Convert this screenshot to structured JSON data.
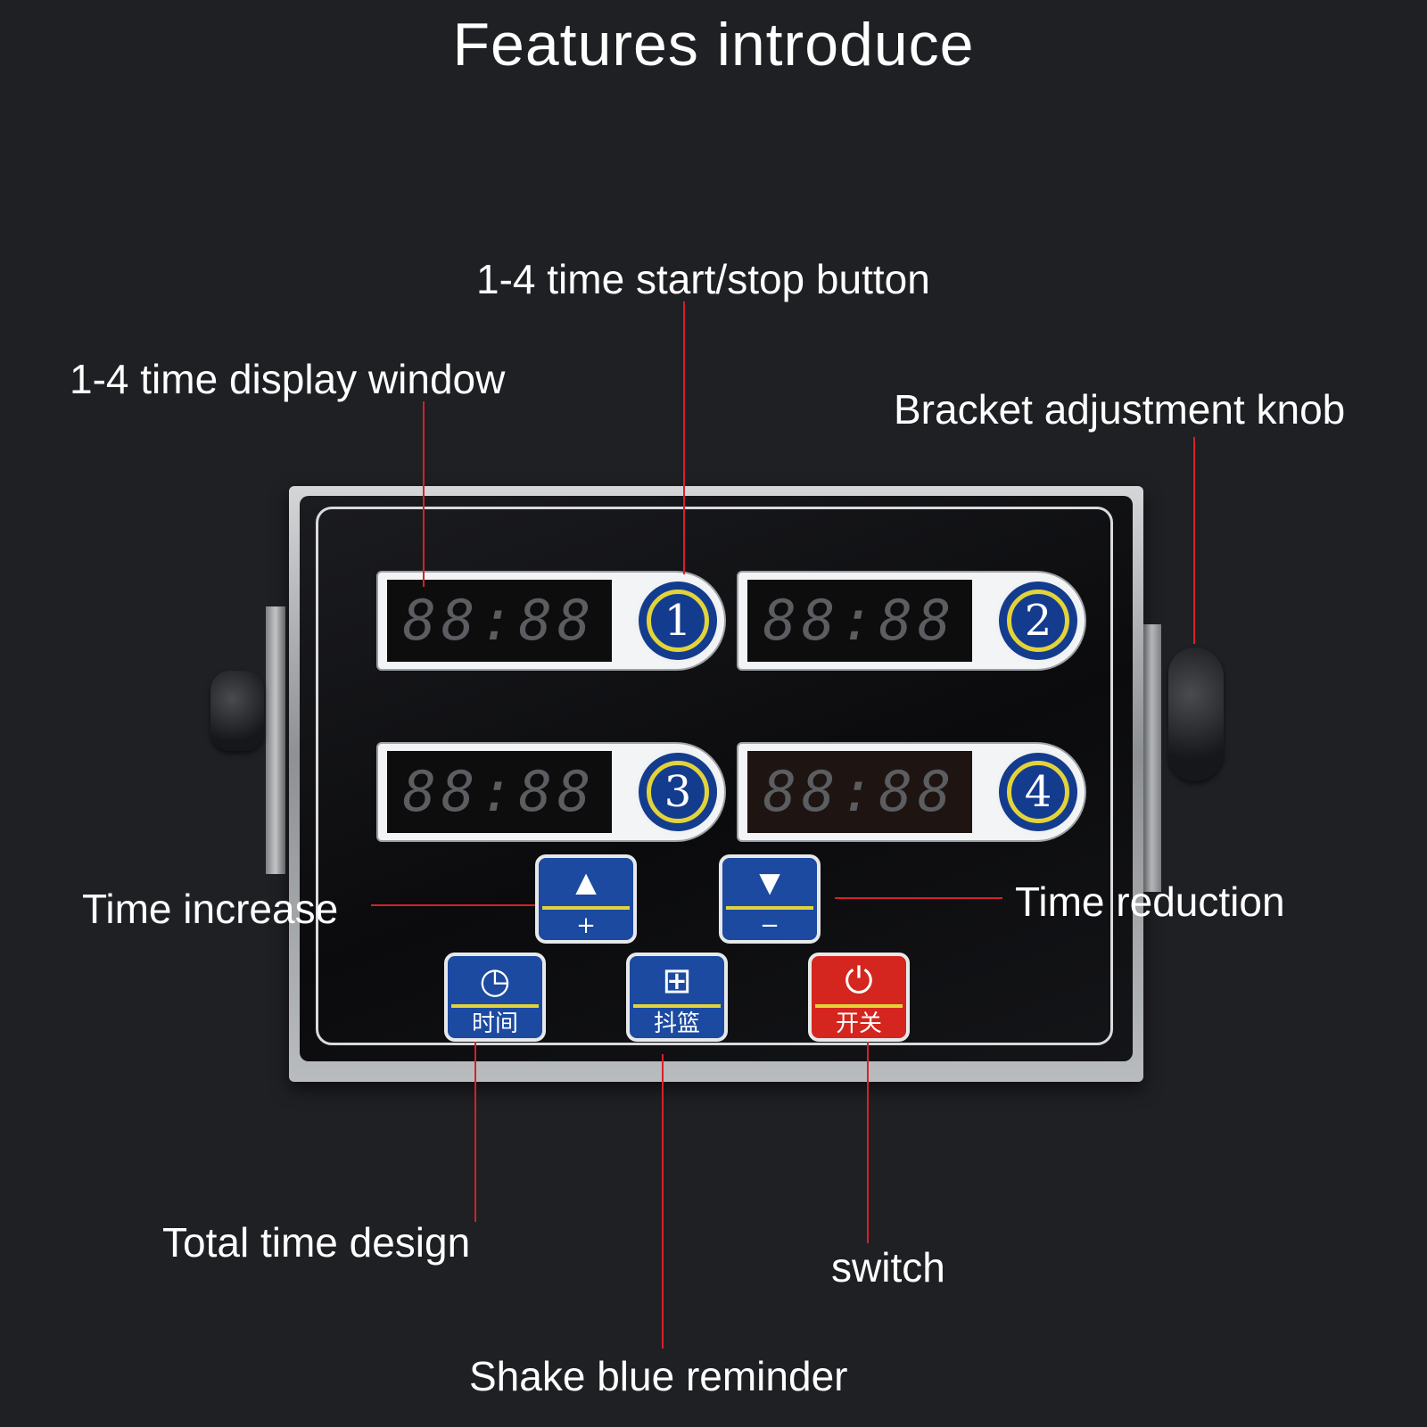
{
  "title": "Features introduce",
  "labels": {
    "start_stop": "1-4 time start/stop button",
    "display_window": "1-4 time display window",
    "bracket_knob": "Bracket adjustment knob",
    "time_increase": "Time increase",
    "time_reduction": "Time reduction",
    "total_time": "Total time design",
    "switch": "switch",
    "shake_reminder": "Shake blue reminder"
  },
  "timers": [
    {
      "display": "88:88",
      "number": "1"
    },
    {
      "display": "88:88",
      "number": "2"
    },
    {
      "display": "88:88",
      "number": "3"
    },
    {
      "display": "88:88",
      "number": "4"
    }
  ],
  "keys": {
    "increase": {
      "glyph": "▲",
      "sub": "+"
    },
    "decrease": {
      "glyph": "▼",
      "sub": "−"
    },
    "time": {
      "glyph": "◷",
      "sub": "时间"
    },
    "shake": {
      "glyph": "⊞",
      "sub": "抖篮"
    },
    "power": {
      "glyph": "⏻",
      "sub": "开关"
    }
  },
  "colors": {
    "background": "#1f2024",
    "leader_line": "#d6202a",
    "button_blue": "#1b4aa0",
    "button_red": "#d4261e",
    "accent_yellow": "#e3d33a"
  }
}
